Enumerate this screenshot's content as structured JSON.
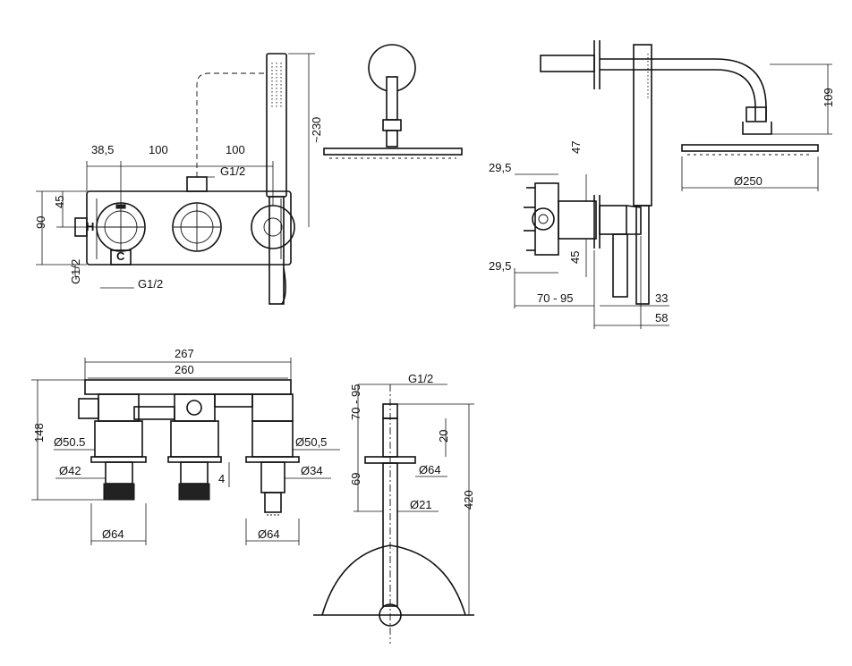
{
  "front_view": {
    "dims": {
      "d38_5": "38,5",
      "d100_a": "100",
      "d100_b": "100",
      "g12_top": "G1/2",
      "d90": "90",
      "d45": "45",
      "g12_left": "G1/2",
      "g12_bottom": "G1/2",
      "d230": "~230"
    },
    "marks": {
      "hot": "H",
      "cold": "C"
    }
  },
  "side_view": {
    "dims": {
      "d47": "47",
      "d29_5_top": "29,5",
      "d29_5_bottom": "29,5",
      "d45": "45",
      "d70_95": "70 - 95",
      "d33": "33",
      "d58": "58",
      "d109": "109",
      "d250": "Ø250"
    }
  },
  "top_view": {
    "dims": {
      "d267": "267",
      "d260": "260",
      "d148": "148",
      "d50_5_left": "Ø50.5",
      "d50_5_right": "Ø50,5",
      "d42": "Ø42",
      "d34": "Ø34",
      "d4": "4",
      "d64_left": "Ø64",
      "d64_right": "Ø64"
    }
  },
  "arm_view": {
    "dims": {
      "g12": "G1/2",
      "d70_95": "70 - 95",
      "d20": "20",
      "d64": "Ø64",
      "d69": "69",
      "d21": "Ø21",
      "d420": "420"
    }
  }
}
